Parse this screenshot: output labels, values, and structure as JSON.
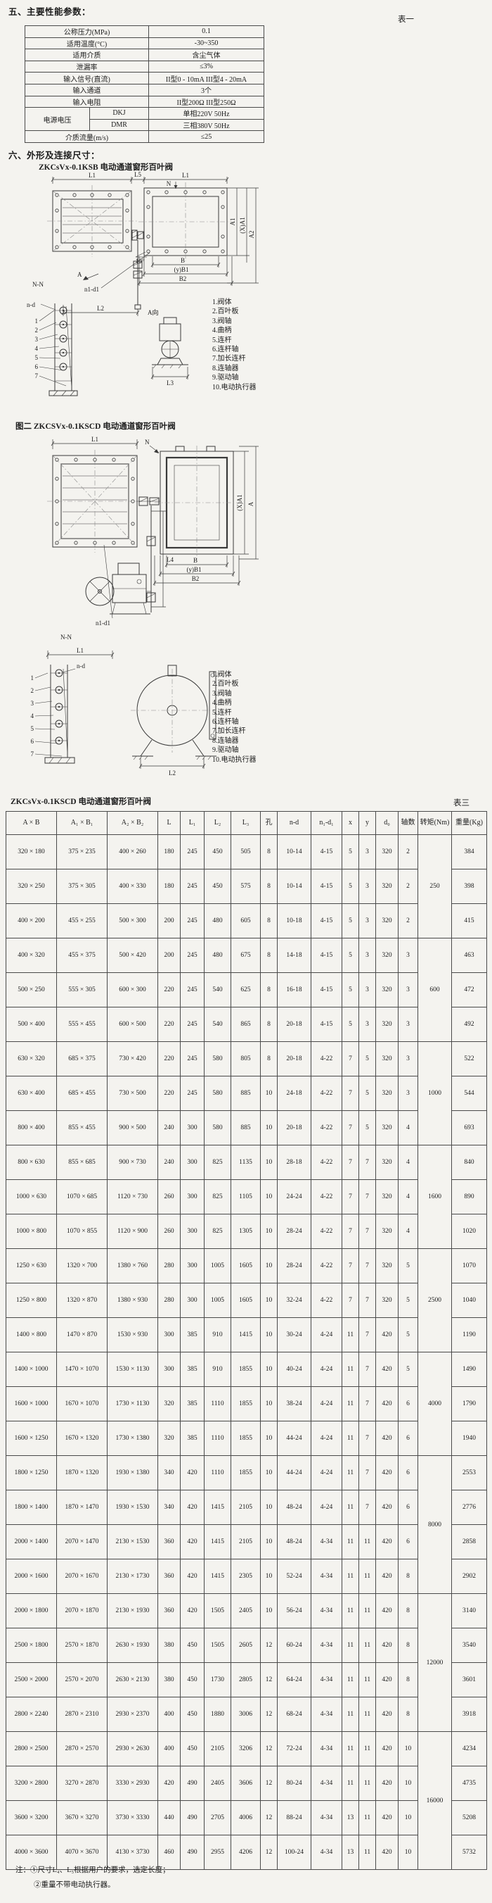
{
  "section5": {
    "title": "五、主要性能参数：",
    "table_label": "表一"
  },
  "table1": {
    "rows": [
      {
        "label": "公称压力(MPa)",
        "value": "0.1"
      },
      {
        "label": "适用温度(°C)",
        "value": "-30~350"
      },
      {
        "label": "适用介质",
        "value": "含尘气体"
      },
      {
        "label": "泄漏率",
        "value": "≤3%"
      },
      {
        "label": "输入信号(直流)",
        "value": "II型0 - 10mA  III型4 - 20mA"
      },
      {
        "label": "输入通道",
        "value": "3个"
      },
      {
        "label": "输入电阻",
        "value": "II型200Ω  III型250Ω"
      },
      {
        "label": "电源电压",
        "sub": [
          {
            "k": "DKJ",
            "v": "单相220V 50Hz"
          },
          {
            "k": "DMR",
            "v": "三相380V 50Hz"
          }
        ]
      },
      {
        "label": "介质流量(m/s)",
        "value": "≤25"
      }
    ]
  },
  "section6": {
    "title": "六、外形及连接尺寸："
  },
  "fig1": {
    "title": "ZKCsVx-0.1KSB  电动通道窗形百叶阀",
    "labels": {
      "L1a": "L1",
      "L5": "L5",
      "L1b": "L1",
      "N": "N",
      "A1": "A1",
      "XA1": "(X)A1",
      "A2": "A2",
      "B": "B",
      "yB1": "(y)B1",
      "B2": "B2",
      "deg10": "10°",
      "A": "A",
      "Adir": "A向",
      "NN": "N-N",
      "n1d1": "n1-d1",
      "nd": "n-d",
      "L2": "L2",
      "L3": "L3"
    },
    "callouts": [
      "1",
      "2",
      "3",
      "4",
      "5",
      "6",
      "7"
    ],
    "parts": [
      "1.阀体",
      "2.百叶板",
      "3.阀轴",
      "4.曲柄",
      "5.连杆",
      "6.连杆轴",
      "7.加长连杆",
      "8.连轴器",
      "9.驱动轴",
      "10.电动执行器"
    ]
  },
  "fig2": {
    "title": "图二  ZKCSVx-0.1KSCD  电动通道窗形百叶阀",
    "labels": {
      "L1a": "L1",
      "N": "N",
      "XA1": "(X)A1",
      "A": "A",
      "B": "B",
      "yB1": "(y)B1",
      "B2": "B2",
      "L4": "L4",
      "n1d1": "n1-d1",
      "NN": "N-N",
      "L1b": "L1",
      "nd": "n-d",
      "L2": "L2"
    },
    "callouts": [
      "1",
      "2",
      "3",
      "4",
      "5",
      "6",
      "7"
    ],
    "parts": [
      "1.阀体",
      "2.百叶板",
      "3.阀轴",
      "4.曲柄",
      "5.连杆",
      "6.连杆轴",
      "7.加长连杆",
      "8.连轴器",
      "9.驱动轴",
      "10.电动执行器"
    ]
  },
  "table3": {
    "title": "ZKCsVx-0.1KSCD  电动通道窗形百叶阀",
    "label": "表三",
    "headers": [
      "A × B",
      "A₁ × B₁",
      "A₂ × B₂",
      "L",
      "L₁",
      "L₂",
      "L₃",
      "孔",
      "n-d",
      "n₁-d₁",
      "x",
      "y",
      "d₀",
      "轴数",
      "转矩(Nm)",
      "重量(Kg)"
    ],
    "rows": [
      [
        "320 × 180",
        "375 × 235",
        "400 × 260",
        "180",
        "245",
        "450",
        "505",
        "8",
        "10-14",
        "4-15",
        "5",
        "3",
        "320",
        "2",
        "384"
      ],
      [
        "320 × 250",
        "375 × 305",
        "400 × 330",
        "180",
        "245",
        "450",
        "575",
        "8",
        "10-14",
        "4-15",
        "5",
        "3",
        "320",
        "2",
        "398"
      ],
      [
        "400 × 200",
        "455 × 255",
        "500 × 300",
        "200",
        "245",
        "480",
        "605",
        "8",
        "10-18",
        "4-15",
        "5",
        "3",
        "320",
        "2",
        "415"
      ],
      [
        "400 × 320",
        "455 × 375",
        "500 × 420",
        "200",
        "245",
        "480",
        "675",
        "8",
        "14-18",
        "4-15",
        "5",
        "3",
        "320",
        "3",
        "463"
      ],
      [
        "500 × 250",
        "555 × 305",
        "600 × 300",
        "220",
        "245",
        "540",
        "625",
        "8",
        "16-18",
        "4-15",
        "5",
        "3",
        "320",
        "3",
        "472"
      ],
      [
        "500 × 400",
        "555 × 455",
        "600 × 500",
        "220",
        "245",
        "540",
        "865",
        "8",
        "20-18",
        "4-15",
        "5",
        "3",
        "320",
        "3",
        "492"
      ],
      [
        "630 × 320",
        "685 × 375",
        "730 × 420",
        "220",
        "245",
        "580",
        "805",
        "8",
        "20-18",
        "4-22",
        "7",
        "5",
        "320",
        "3",
        "522"
      ],
      [
        "630 × 400",
        "685 × 455",
        "730 × 500",
        "220",
        "245",
        "580",
        "885",
        "10",
        "24-18",
        "4-22",
        "7",
        "5",
        "320",
        "3",
        "544"
      ],
      [
        "800 × 400",
        "855 × 455",
        "900 × 500",
        "240",
        "300",
        "580",
        "885",
        "10",
        "20-18",
        "4-22",
        "7",
        "5",
        "320",
        "4",
        "693"
      ],
      [
        "800 × 630",
        "855 × 685",
        "900 × 730",
        "240",
        "300",
        "825",
        "1135",
        "10",
        "28-18",
        "4-22",
        "7",
        "7",
        "320",
        "4",
        "840"
      ],
      [
        "1000 × 630",
        "1070 × 685",
        "1120 × 730",
        "260",
        "300",
        "825",
        "1105",
        "10",
        "24-24",
        "4-22",
        "7",
        "7",
        "320",
        "4",
        "890"
      ],
      [
        "1000 × 800",
        "1070 × 855",
        "1120 × 900",
        "260",
        "300",
        "825",
        "1305",
        "10",
        "28-24",
        "4-22",
        "7",
        "7",
        "320",
        "4",
        "1020"
      ],
      [
        "1250 × 630",
        "1320 × 700",
        "1380 × 760",
        "280",
        "300",
        "1005",
        "1605",
        "10",
        "28-24",
        "4-22",
        "7",
        "7",
        "320",
        "5",
        "1070"
      ],
      [
        "1250 × 800",
        "1320 × 870",
        "1380 × 930",
        "280",
        "300",
        "1005",
        "1605",
        "10",
        "32-24",
        "4-22",
        "7",
        "7",
        "320",
        "5",
        "1040"
      ],
      [
        "1400 × 800",
        "1470 × 870",
        "1530 × 930",
        "300",
        "385",
        "910",
        "1415",
        "10",
        "30-24",
        "4-24",
        "11",
        "7",
        "420",
        "5",
        "1190"
      ],
      [
        "1400 × 1000",
        "1470 × 1070",
        "1530 × 1130",
        "300",
        "385",
        "910",
        "1855",
        "10",
        "40-24",
        "4-24",
        "11",
        "7",
        "420",
        "5",
        "1490"
      ],
      [
        "1600 × 1000",
        "1670 × 1070",
        "1730 × 1130",
        "320",
        "385",
        "1110",
        "1855",
        "10",
        "38-24",
        "4-24",
        "11",
        "7",
        "420",
        "6",
        "1790"
      ],
      [
        "1600 × 1250",
        "1670 × 1320",
        "1730 × 1380",
        "320",
        "385",
        "1110",
        "1855",
        "10",
        "44-24",
        "4-24",
        "11",
        "7",
        "420",
        "6",
        "1940"
      ],
      [
        "1800 × 1250",
        "1870 × 1320",
        "1930 × 1380",
        "340",
        "420",
        "1110",
        "1855",
        "10",
        "44-24",
        "4-24",
        "11",
        "7",
        "420",
        "6",
        "2553"
      ],
      [
        "1800 × 1400",
        "1870 × 1470",
        "1930 × 1530",
        "340",
        "420",
        "1415",
        "2105",
        "10",
        "48-24",
        "4-24",
        "11",
        "7",
        "420",
        "6",
        "2776"
      ],
      [
        "2000 × 1400",
        "2070 × 1470",
        "2130 × 1530",
        "360",
        "420",
        "1415",
        "2105",
        "10",
        "48-24",
        "4-34",
        "11",
        "11",
        "420",
        "6",
        "2858"
      ],
      [
        "2000 × 1600",
        "2070 × 1670",
        "2130 × 1730",
        "360",
        "420",
        "1415",
        "2305",
        "10",
        "52-24",
        "4-34",
        "11",
        "11",
        "420",
        "8",
        "2902"
      ],
      [
        "2000 × 1800",
        "2070 × 1870",
        "2130 × 1930",
        "360",
        "420",
        "1505",
        "2405",
        "10",
        "56-24",
        "4-34",
        "11",
        "11",
        "420",
        "8",
        "3140"
      ],
      [
        "2500 × 1800",
        "2570 × 1870",
        "2630 × 1930",
        "380",
        "450",
        "1505",
        "2605",
        "12",
        "60-24",
        "4-34",
        "11",
        "11",
        "420",
        "8",
        "3540"
      ],
      [
        "2500 × 2000",
        "2570 × 2070",
        "2630 × 2130",
        "380",
        "450",
        "1730",
        "2805",
        "12",
        "64-24",
        "4-34",
        "11",
        "11",
        "420",
        "8",
        "3601"
      ],
      [
        "2800 × 2240",
        "2870 × 2310",
        "2930 × 2370",
        "400",
        "450",
        "1880",
        "3006",
        "12",
        "68-24",
        "4-34",
        "11",
        "11",
        "420",
        "8",
        "3918"
      ],
      [
        "2800 × 2500",
        "2870 × 2570",
        "2930 × 2630",
        "400",
        "450",
        "2105",
        "3206",
        "12",
        "72-24",
        "4-34",
        "11",
        "11",
        "420",
        "10",
        "4234"
      ],
      [
        "3200 × 2800",
        "3270 × 2870",
        "3330 × 2930",
        "420",
        "490",
        "2405",
        "3606",
        "12",
        "80-24",
        "4-34",
        "11",
        "11",
        "420",
        "10",
        "4735"
      ],
      [
        "3600 × 3200",
        "3670 × 3270",
        "3730 × 3330",
        "440",
        "490",
        "2705",
        "4006",
        "12",
        "88-24",
        "4-34",
        "13",
        "11",
        "420",
        "10",
        "5208"
      ],
      [
        "4000 × 3600",
        "4070 × 3670",
        "4130 × 3730",
        "460",
        "490",
        "2955",
        "4206",
        "12",
        "100-24",
        "4-34",
        "13",
        "11",
        "420",
        "10",
        "5732"
      ]
    ],
    "torque_groups": [
      {
        "start": 0,
        "span": 3,
        "value": "250"
      },
      {
        "start": 3,
        "span": 3,
        "value": "600"
      },
      {
        "start": 6,
        "span": 3,
        "value": "1000"
      },
      {
        "start": 9,
        "span": 3,
        "value": "1600"
      },
      {
        "start": 12,
        "span": 3,
        "value": "2500"
      },
      {
        "start": 15,
        "span": 3,
        "value": "4000"
      },
      {
        "start": 18,
        "span": 4,
        "value": "8000"
      },
      {
        "start": 22,
        "span": 4,
        "value": "12000"
      },
      {
        "start": 26,
        "span": 4,
        "value": "16000"
      }
    ]
  },
  "notes": {
    "line1": "注：①尺寸L₄、L₅根据用户的要求，选定长度；",
    "line2": "②重量不带电动执行器。"
  }
}
